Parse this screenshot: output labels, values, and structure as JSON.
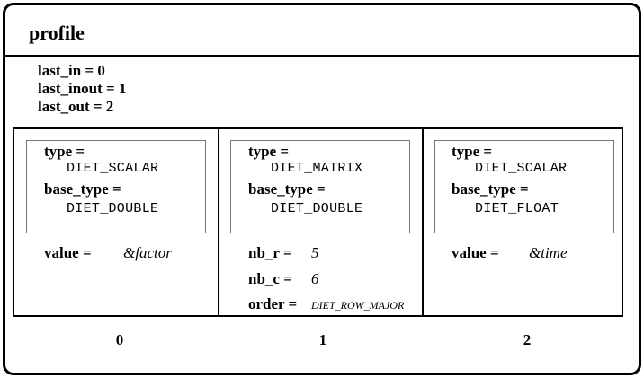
{
  "title": "profile",
  "meta": [
    "last_in = 0",
    "last_inout = 1",
    "last_out = 2"
  ],
  "labels": {
    "type": "type =",
    "base_type": "base_type =",
    "value": "value =",
    "nb_r": "nb_r =",
    "nb_c": "nb_c =",
    "order": "order ="
  },
  "args": [
    {
      "index": "0",
      "type": "DIET_SCALAR",
      "base_type": "DIET_DOUBLE",
      "value": "&factor"
    },
    {
      "index": "1",
      "type": "DIET_MATRIX",
      "base_type": "DIET_DOUBLE",
      "nb_r": "5",
      "nb_c": "6",
      "order": "DIET_ROW_MAJOR"
    },
    {
      "index": "2",
      "type": "DIET_SCALAR",
      "base_type": "DIET_FLOAT",
      "value": "&time"
    }
  ]
}
